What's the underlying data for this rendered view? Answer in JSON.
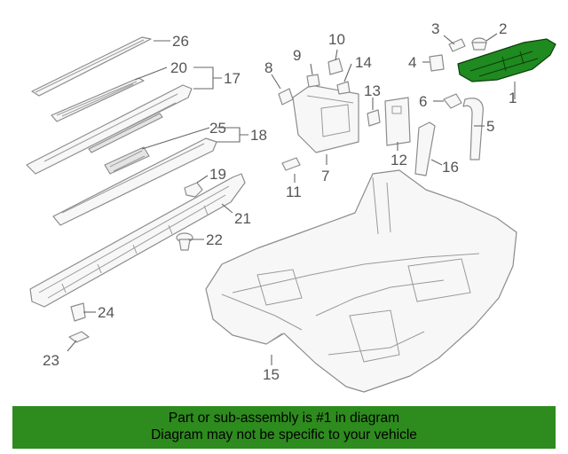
{
  "diagram": {
    "callouts": {
      "c1": "1",
      "c2": "2",
      "c3": "3",
      "c4": "4",
      "c5": "5",
      "c6": "6",
      "c7": "7",
      "c8": "8",
      "c9": "9",
      "c10": "10",
      "c11": "11",
      "c12": "12",
      "c13": "13",
      "c14": "14",
      "c15": "15",
      "c16": "16",
      "c17": "17",
      "c18": "18",
      "c19": "19",
      "c20": "20",
      "c21": "21",
      "c22": "22",
      "c23": "23",
      "c24": "24",
      "c25": "25",
      "c26": "26"
    },
    "highlighted_part": "1",
    "highlight_color": "#1f8a1f"
  },
  "banner": {
    "line1": "Part or sub-assembly is #1 in diagram",
    "line2": "Diagram may not be specific to your vehicle",
    "background": "#2e8b1e"
  }
}
